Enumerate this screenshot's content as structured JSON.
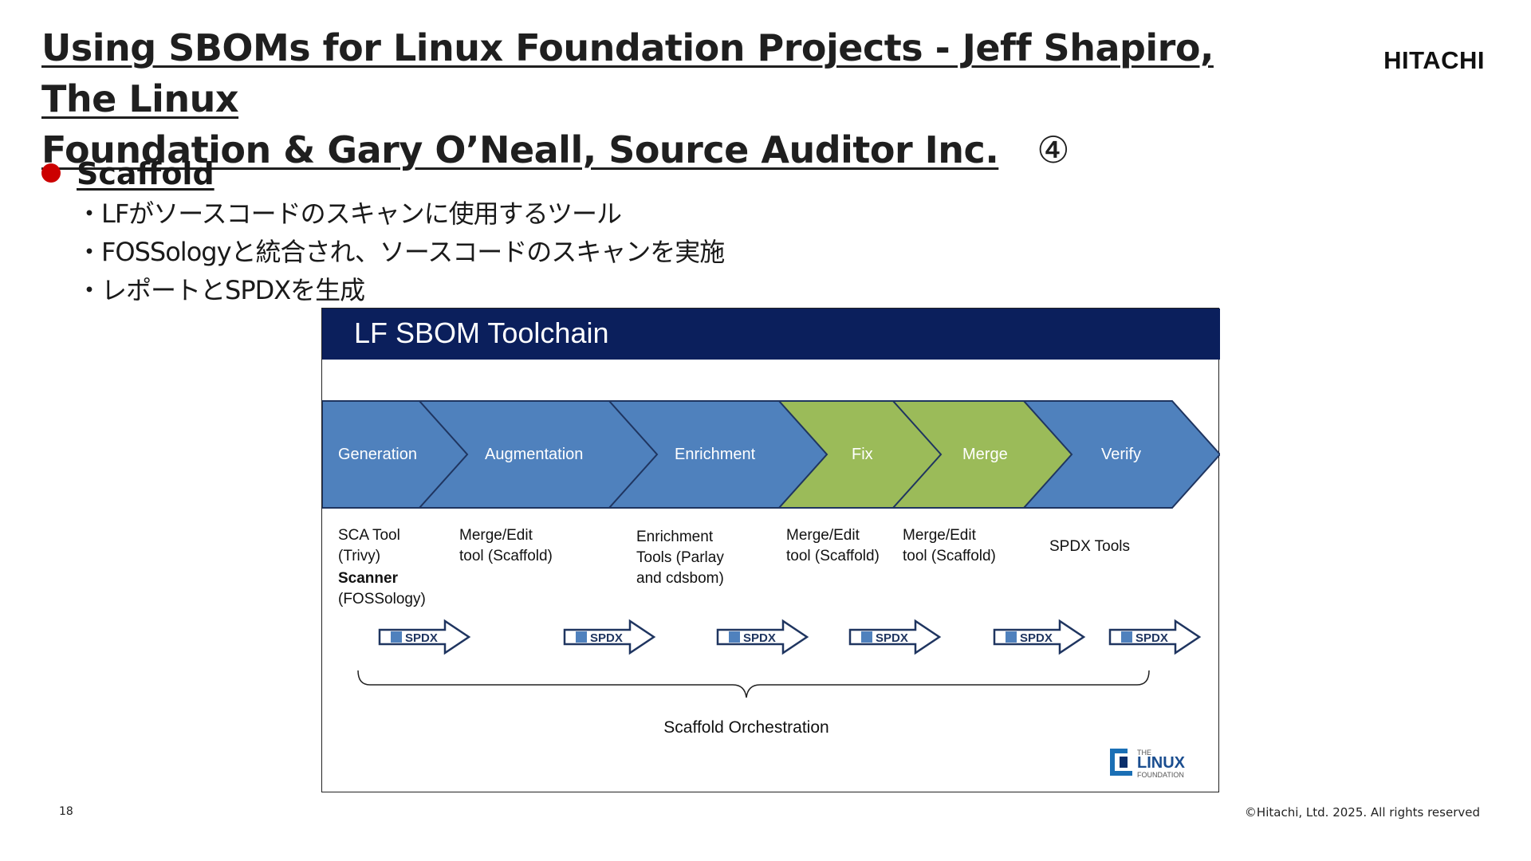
{
  "slide": {
    "title_line1": "Using SBOMs for Linux Foundation Projects - Jeff Shapiro, The Linux",
    "title_line2": "Foundation & Gary O’Neall, Source Auditor Inc.",
    "title_number": "④",
    "logo": "HITACHI",
    "section_heading": "Scaffold",
    "bullets": [
      "・LFがソースコードのスキャンに使用するツール",
      "・FOSSologyと統合され、ソースコードのスキャンを実施",
      "・レポートとSPDXを生成"
    ],
    "page_number": "18",
    "copyright": "©Hitachi, Ltd. 2025. All rights reserved"
  },
  "diagram": {
    "title": "LF SBOM Toolchain",
    "header_color": "#0b1f5c",
    "blue": "#4f81bd",
    "green": "#9bbb59",
    "stages": [
      {
        "label": "Generation",
        "color": "blue",
        "tools": [
          "SCA Tool",
          "(Trivy)"
        ],
        "tools_bold": "Scanner",
        "tools_extra": "(FOSSology)"
      },
      {
        "label": "Augmentation",
        "color": "blue",
        "tools": [
          "Merge/Edit",
          "tool (Scaffold)"
        ]
      },
      {
        "label": "Enrichment",
        "color": "blue",
        "tools": [
          "Enrichment",
          "Tools (Parlay",
          "and cdsbom)"
        ]
      },
      {
        "label": "Fix",
        "color": "green",
        "tools": [
          "Merge/Edit",
          "tool (Scaffold)"
        ]
      },
      {
        "label": "Merge",
        "color": "green",
        "tools": [
          "Merge/Edit",
          "tool (Scaffold)"
        ]
      },
      {
        "label": "Verify",
        "color": "blue",
        "tools": [
          "SPDX Tools"
        ]
      }
    ],
    "spdx_label": "SPDX",
    "orchestration": "Scaffold Orchestration",
    "lf_logo": {
      "the": "THE",
      "linux": "LINUX",
      "foundation": "FOUNDATION"
    }
  }
}
